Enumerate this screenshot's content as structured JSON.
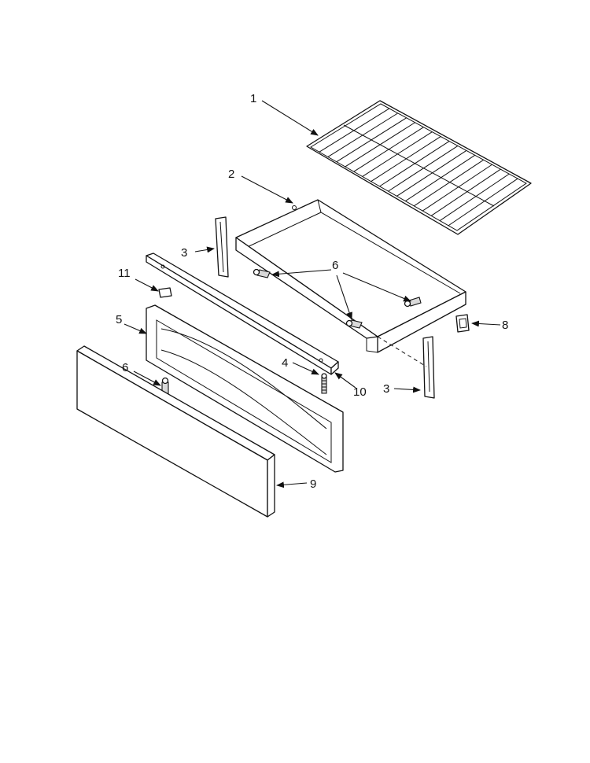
{
  "callouts": {
    "c1": "1",
    "c2": "2",
    "c3a": "3",
    "c3b": "3",
    "c4": "4",
    "c5": "5",
    "c6a": "6",
    "c6b": "6",
    "c8": "8",
    "c9": "9",
    "c10": "10",
    "c11": "11"
  }
}
